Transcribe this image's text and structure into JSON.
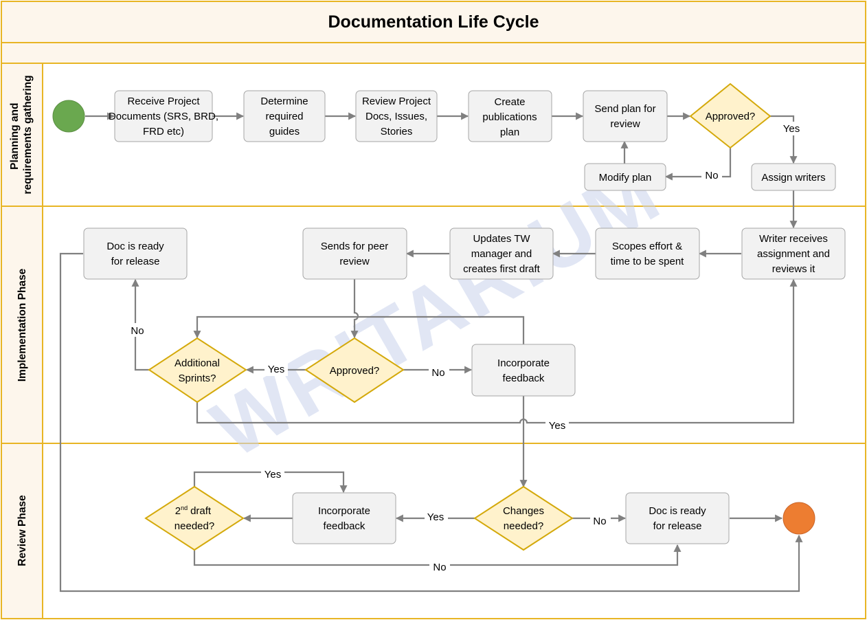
{
  "title": "Documentation Life Cycle",
  "watermark": "WRITARIUM",
  "lanes": {
    "planning": "Planning and requirements gathering",
    "implementation": "Implementation Phase",
    "review": "Review Phase"
  },
  "nodes": {
    "receive_docs": "Receive Project Documents (SRS, BRD, FRD etc)",
    "determine_guides": "Determine required guides",
    "review_docs": "Review Project Docs, Issues, Stories",
    "create_plan": "Create publications plan",
    "send_plan": "Send plan for review",
    "approved_1": "Approved?",
    "modify_plan": "Modify plan",
    "assign_writers": "Assign writers",
    "writer_receives": "Writer receives assignment and reviews it",
    "scopes_effort": "Scopes effort & time to be spent",
    "updates_tw": "Updates TW manager and creates first draft",
    "sends_peer": "Sends for peer review",
    "doc_ready_1": "Doc is ready for release",
    "additional_sprints": "Additional Sprints?",
    "approved_2": "Approved?",
    "incorporate_1": "Incorporate feedback",
    "second_draft_num": "2",
    "second_draft_sup": "nd",
    "second_draft_rest": "draft",
    "second_draft_line2": "needed?",
    "incorporate_2": "Incorporate feedback",
    "changes_needed": "Changes needed?",
    "doc_ready_2": "Doc is ready for release"
  },
  "edge_labels": {
    "yes_assign": "Yes",
    "no_modify": "No",
    "no_doc_ready": "No",
    "yes_additional": "Yes",
    "no_incorporate": "No",
    "yes_sprints": "Yes",
    "yes_second_draft": "Yes",
    "yes_changes": "Yes",
    "no_changes": "No",
    "no_second_draft": "No"
  },
  "colors": {
    "start": "#6aa84f",
    "end": "#ed7d31",
    "lane_border": "#e8b524",
    "header_fill": "#fdf6ec",
    "process_fill": "#f2f2f2",
    "decision_fill": "#fff2cc",
    "decision_stroke": "#d4a90b",
    "connector": "#808080"
  }
}
